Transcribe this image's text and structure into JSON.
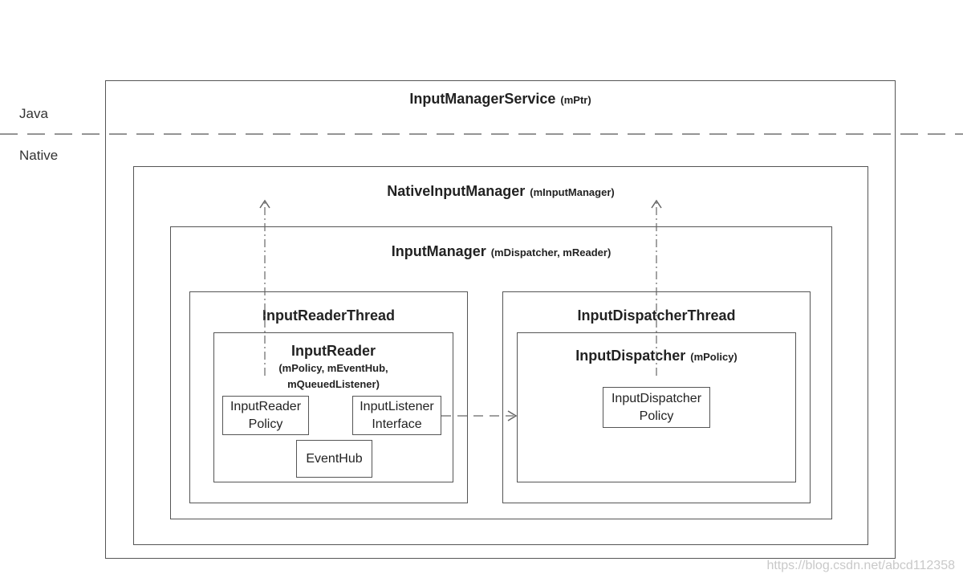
{
  "layers": {
    "java": "Java",
    "native": "Native"
  },
  "input_manager_service": {
    "name": "InputManagerService",
    "field": "(mPtr)"
  },
  "native_input_manager": {
    "name": "NativeInputManager",
    "field": "(mInputManager)"
  },
  "input_manager": {
    "name": "InputManager",
    "field": "(mDispatcher, mReader)"
  },
  "input_reader_thread": {
    "name": "InputReaderThread"
  },
  "input_reader": {
    "name": "InputReader",
    "fields_line1": "(mPolicy, mEventHub,",
    "fields_line2": "mQueuedListener)"
  },
  "input_reader_policy": {
    "line1": "InputReader",
    "line2": "Policy"
  },
  "input_listener_interface": {
    "line1": "InputListener",
    "line2": "Interface"
  },
  "event_hub": {
    "name": "EventHub"
  },
  "input_dispatcher_thread": {
    "name": "InputDispatcherThread"
  },
  "input_dispatcher": {
    "name": "InputDispatcher",
    "field": "(mPolicy)"
  },
  "input_dispatcher_policy": {
    "line1": "InputDispatcher",
    "line2": "Policy"
  },
  "watermark": "https://blog.csdn.net/abcd112358"
}
